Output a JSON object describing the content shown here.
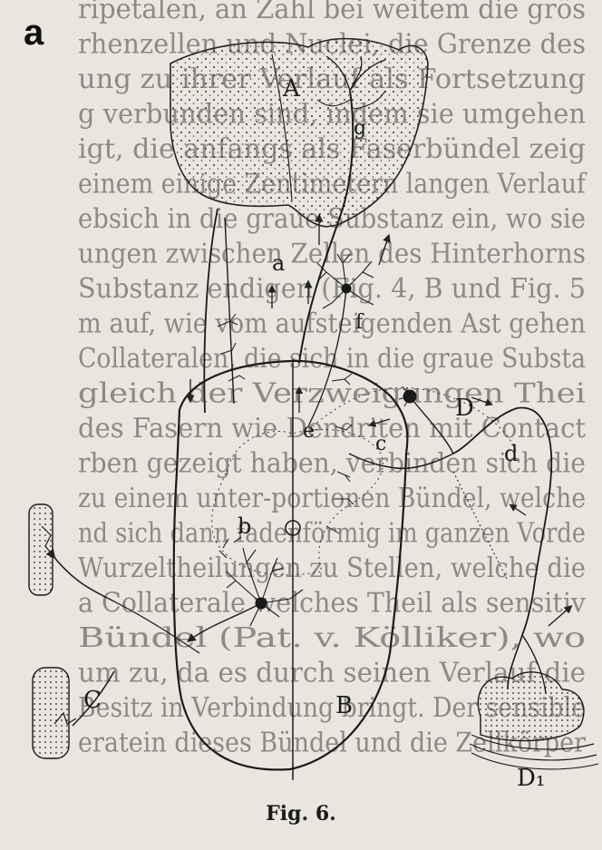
{
  "panel_label": "a",
  "caption": "Fig. 6.",
  "labels": {
    "A": "A",
    "B": "B",
    "C": "C",
    "D": "D",
    "D1": "D₁",
    "a": "a",
    "b": "b",
    "c": "c",
    "d": "d",
    "e": "e",
    "f": "f",
    "g": "g"
  },
  "bleed_through_lines": [
    "ripetalen, an Zahl bei weitem die grös",
    "rhenzellen und Nuclei, die Grenze des",
    "ung zu ihrer Verlauf als Fortsetzung",
    "g verbunden sind, indem sie umgehen",
    "igt, die anfangs als Faserbündel zeig",
    "einem einige Zentimetern langen Verlauf",
    "ebsich in die graue Substanz ein, wo sie",
    "ungen zwischen Zellen des Hinterhorns",
    "Substanz endigen (Fig. 4, B und Fig. 5",
    "m auf, wie vom aufsteigenden Ast gehen",
    "Collateralen, die sich in die graue Substa",
    "gleich der Verzweigungen Thei",
    "des Fasern wie Dendriten mit Contact",
    "rben gezeigt haben, verbinden sich die",
    "zu einem unter-portionen Bündel, welche",
    "nd sich dann fadenförmig im ganzen Vorde",
    "Wurzeltheilungen zu Stellen, welche die",
    "a Collaterale welches Theil als sensitiv",
    "Bündel (Pat. v. Kölliker), wo",
    "um zu, da es durch seinen Verlauf die",
    "Besitz in Verbindung bringt. Der sensible",
    "eratein dieses Bündel und die Zellkörper"
  ]
}
